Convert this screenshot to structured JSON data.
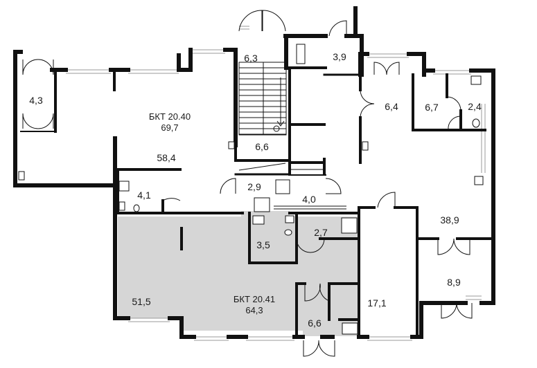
{
  "apartments": [
    {
      "name": "БКТ 20.40",
      "total_area": "69,7",
      "highlighted": false
    },
    {
      "name": "БКТ 20.41",
      "total_area": "64,3",
      "highlighted": true
    }
  ],
  "rooms": {
    "r43": "4,3",
    "r63": "6,3",
    "r39": "3,9",
    "r64": "6,4",
    "r67": "6,7",
    "r24": "2,4",
    "r66a": "6,6",
    "r584": "58,4",
    "r41": "4,1",
    "r29": "2,9",
    "r40": "4,0",
    "r389": "38,9",
    "r27": "2,7",
    "r35": "3,5",
    "r515": "51,5",
    "r89": "8,9",
    "r171": "17,1",
    "r66b": "6,6"
  },
  "colors": {
    "wall": "#111111",
    "highlight_fill": "#d6d6d6",
    "window": "#9a9a9a"
  }
}
